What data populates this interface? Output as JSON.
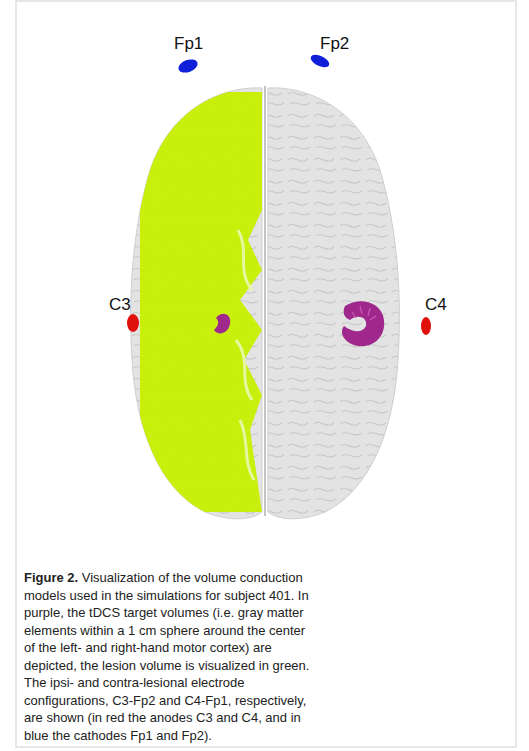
{
  "diagram": {
    "caption": "Figure 2. Visualization of the volume conduction models used in the simulations for subject 401. In purple, the tDCS target volumes (i.e. gray matter elements within a 1 cm sphere around the center of the left- and right-hand motor cortex) are depicted, the lesion volume is visualized in green. The ipsi- and contra-lesional electrode configurations, C3-Fp2 and C4-Fp1, respectively, are shown (in red the anodes C3 and C4, and in blue the cathodes Fp1 and Fp2).",
    "labels": [
      "Fp1",
      "Fp2",
      "C3",
      "C4"
    ]
  }
}
